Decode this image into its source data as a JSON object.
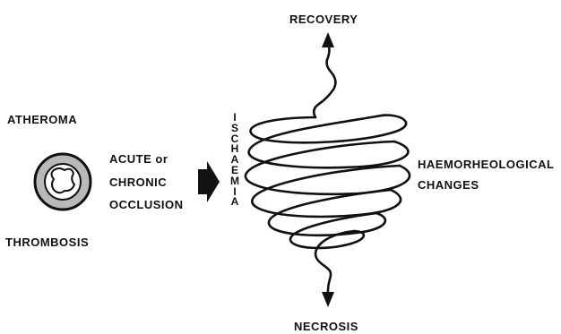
{
  "labels": {
    "recovery": "RECOVERY",
    "necrosis": "NECROSIS",
    "atheroma": "ATHEROMA",
    "thrombosis": "THROMBOSIS",
    "occlusion_line1": "ACUTE or",
    "occlusion_line2": "CHRONIC",
    "occlusion_line3": "OCCLUSION",
    "haemo_line1": "HAEMORHEOLOGICAL",
    "haemo_line2": "CHANGES",
    "ischaemia": "ISCHAEMIA"
  },
  "icons": {
    "vessel": "vessel-cross-section-icon",
    "arrow": "right-block-arrow-icon",
    "spiral": "spiral-icon"
  },
  "colors": {
    "ink": "#111111",
    "vessel_wall": "#b9b9b9"
  }
}
